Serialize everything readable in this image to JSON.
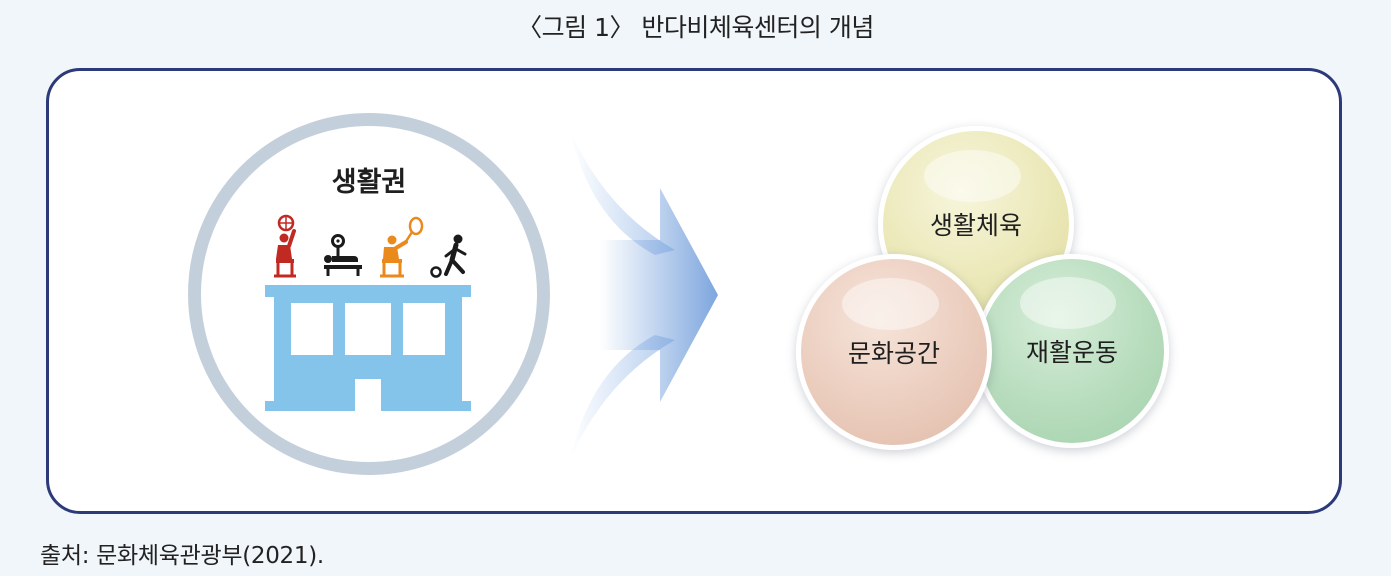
{
  "figure": {
    "title": "〈그림 1〉 반다비체육센터의 개념",
    "source": "출처: 문화체육관광부(2021)."
  },
  "living_area": {
    "label": "생활권",
    "icons": [
      "wheelchair-basketball-icon",
      "bench-press-icon",
      "wheelchair-tennis-icon",
      "boccia-player-icon"
    ],
    "icon_colors": [
      "#c12a22",
      "#1b1b1b",
      "#ea8a1d",
      "#1b1b1b"
    ],
    "building_color": "#84c3ea"
  },
  "arrow": {
    "color": "#7da6de"
  },
  "concepts": [
    {
      "label": "생활체육",
      "color": "#ebe8b8"
    },
    {
      "label": "문화공간",
      "color": "#ebcdbe"
    },
    {
      "label": "재활운동",
      "color": "#b7dcbd"
    }
  ]
}
